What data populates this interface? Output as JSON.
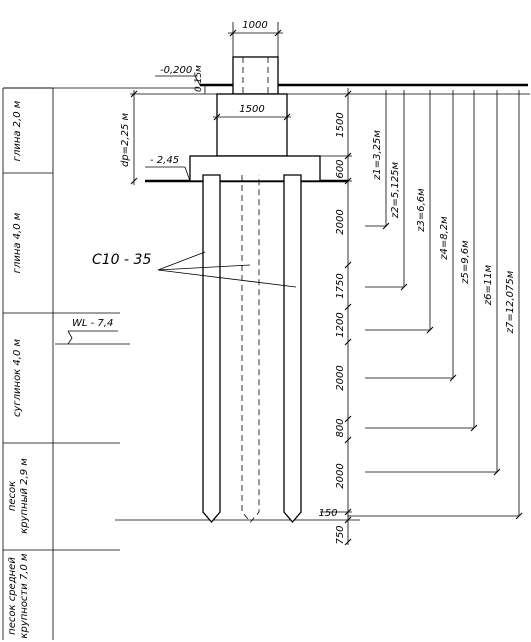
{
  "soil_layers": [
    {
      "label": "глина 2,0 м"
    },
    {
      "label": "глина 4,0 м"
    },
    {
      "label": "суглинок 4,0 м"
    },
    {
      "label": "песок крупный 2,9 м",
      "lines": [
        "песок",
        "крупный 2,9 м"
      ]
    },
    {
      "label": "песок средней крупности 7,0 м",
      "lines": [
        "песок средней",
        "крупности 7,0 м"
      ]
    }
  ],
  "elevations": {
    "ground": "-0,200",
    "ground_offset": "0,15м",
    "depth": "dp=2,25 м",
    "base": "- 2,45",
    "water_level": "WL - 7,4"
  },
  "structure": {
    "column_width": "1000",
    "pedestal_width": "1500",
    "pile_label": "С10 - 35"
  },
  "vertical_dims": [
    "1500",
    "600",
    "2000",
    "1750",
    "1200",
    "2000",
    "800",
    "2000",
    "150",
    "750"
  ],
  "z_labels": [
    "z1=3,25м",
    "z2=5,125м",
    "z3=6,6м",
    "z4=8,2м",
    "z5=9,6м",
    "z6=11м",
    "z7=12,075м"
  ]
}
